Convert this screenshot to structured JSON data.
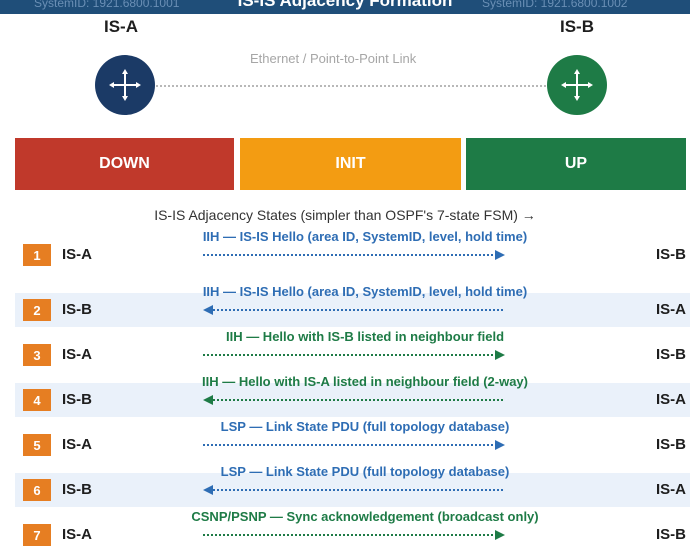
{
  "banner": {
    "title": "IS-IS Adjacency Formation",
    "sysid_a": "SystemID: 1921.6800.1001",
    "sysid_b": "SystemID: 1921.6800.1002"
  },
  "nodes": {
    "a": {
      "name": "IS-A",
      "color": "#1b3a66",
      "icon": "router-icon"
    },
    "b": {
      "name": "IS-B",
      "color": "#1e7b46",
      "icon": "router-icon"
    }
  },
  "link_label": "Ethernet / Point-to-Point Link",
  "states": [
    {
      "label": "DOWN",
      "color": "#c0392b"
    },
    {
      "label": "INIT",
      "color": "#f39c12"
    },
    {
      "label": "UP",
      "color": "#1e7b46"
    }
  ],
  "caption": "IS-IS Adjacency States  (simpler than OSPF's 7-state FSM)  →",
  "messages": [
    {
      "num": "1",
      "from": "IS-A",
      "to": "IS-B",
      "text": "IIH — IS-IS Hello  (area ID, SystemID, level, hold time)",
      "direction": "right",
      "color": "#2e6db4"
    },
    {
      "num": "2",
      "from": "IS-B",
      "to": "IS-A",
      "text": "IIH — IS-IS Hello  (area ID, SystemID, level, hold time)",
      "direction": "left",
      "color": "#2e6db4"
    },
    {
      "num": "3",
      "from": "IS-A",
      "to": "IS-B",
      "text": "IIH — Hello with IS-B listed in neighbour field",
      "direction": "right",
      "color": "#1e7b46"
    },
    {
      "num": "4",
      "from": "IS-B",
      "to": "IS-A",
      "text": "IIH — Hello with IS-A listed in neighbour field (2-way)",
      "direction": "left",
      "color": "#1e7b46"
    },
    {
      "num": "5",
      "from": "IS-A",
      "to": "IS-B",
      "text": "LSP — Link State PDU  (full topology database)",
      "direction": "right",
      "color": "#2e6db4"
    },
    {
      "num": "6",
      "from": "IS-B",
      "to": "IS-A",
      "text": "LSP — Link State PDU  (full topology database)",
      "direction": "left",
      "color": "#2e6db4"
    },
    {
      "num": "7",
      "from": "IS-A",
      "to": "IS-B",
      "text": "CSNP/PSNP — Sync acknowledgement (broadcast only)",
      "direction": "right",
      "color": "#1e7b46"
    }
  ]
}
